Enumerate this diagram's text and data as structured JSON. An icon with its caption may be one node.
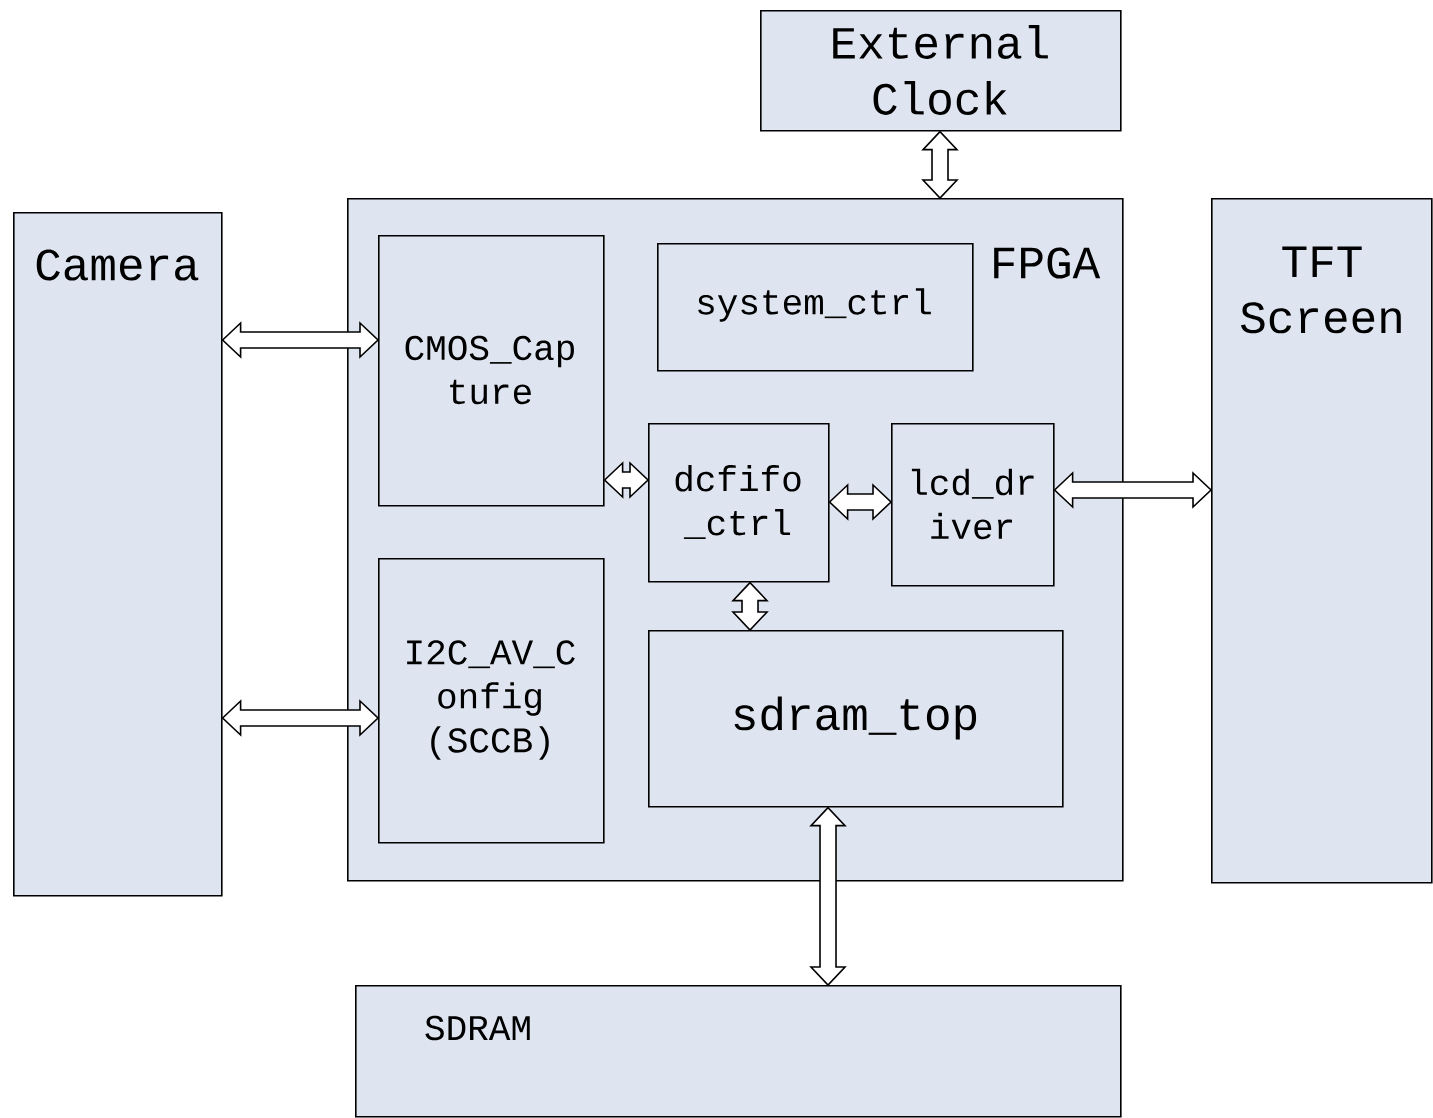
{
  "diagram": {
    "nodes": [
      {
        "text": [
          "External Clock"
        ]
      },
      {
        "text": [
          "FPGA"
        ]
      },
      {
        "text": [
          "Camera"
        ]
      },
      {
        "text": [
          "TFT Screen"
        ]
      },
      {
        "text": [
          "CMOS_Cap ture"
        ],
        "in": 1
      },
      {
        "text": [
          "system_ctrl"
        ],
        "in": 1
      },
      {
        "text": [
          "dcfifo _ctrl"
        ],
        "in": 1
      },
      {
        "text": [
          "lcd_dr iver"
        ],
        "in": 1
      },
      {
        "text": [
          "I2C_AV_C onfig (SCCB)"
        ],
        "in": 1
      },
      {
        "text": [
          "sdram_top"
        ],
        "in": 1
      },
      {
        "text": [
          "SDRAM"
        ]
      }
    ],
    "edges": [
      {
        "from": 0,
        "to": 1,
        "arrow": "both"
      },
      {
        "from": 2,
        "to": 4,
        "arrow": "both"
      },
      {
        "from": 2,
        "to": 8,
        "arrow": "both"
      },
      {
        "from": 4,
        "to": 6,
        "arrow": "both"
      },
      {
        "from": 6,
        "to": 7,
        "arrow": "both"
      },
      {
        "from": 7,
        "to": 3,
        "arrow": "both"
      },
      {
        "from": 6,
        "to": 9,
        "arrow": "both"
      },
      {
        "from": 9,
        "to": 10,
        "arrow": "both"
      }
    ]
  }
}
